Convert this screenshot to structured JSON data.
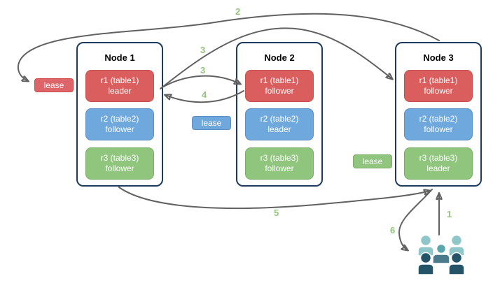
{
  "colors": {
    "replica_red_fill": "#db5e5e",
    "replica_red_border": "#c64e4e",
    "replica_blue_fill": "#6fa8dc",
    "replica_blue_border": "#5b8fc6",
    "replica_green_fill": "#90c57e",
    "replica_green_border": "#7aae66",
    "node_border": "#1d3a5f",
    "arrow": "#616161",
    "step_label": "#93c47d",
    "users_light_teal": "#8ec6c9",
    "users_mid_teal": "#5ba6ad",
    "users_slate": "#4a7a8c",
    "users_dark": "#255468"
  },
  "nodes": [
    {
      "title": "Node 1",
      "replicas": [
        {
          "name": "r1 (table1)",
          "role": "leader"
        },
        {
          "name": "r2 (table2)",
          "role": "follower"
        },
        {
          "name": "r3 (table3)",
          "role": "follower"
        }
      ]
    },
    {
      "title": "Node 2",
      "replicas": [
        {
          "name": "r1 (table1)",
          "role": "follower"
        },
        {
          "name": "r2 (table2)",
          "role": "leader"
        },
        {
          "name": "r3 (table3)",
          "role": "follower"
        }
      ]
    },
    {
      "title": "Node 3",
      "replicas": [
        {
          "name": "r1 (table1)",
          "role": "follower"
        },
        {
          "name": "r2 (table2)",
          "role": "follower"
        },
        {
          "name": "r3 (table3)",
          "role": "leader"
        }
      ]
    }
  ],
  "leases": [
    {
      "label": "lease",
      "color": "red"
    },
    {
      "label": "lease",
      "color": "blue"
    },
    {
      "label": "lease",
      "color": "green"
    }
  ],
  "steps": [
    {
      "text": "2"
    },
    {
      "text": "3"
    },
    {
      "text": "3"
    },
    {
      "text": "4"
    },
    {
      "text": "5"
    },
    {
      "text": "1"
    },
    {
      "text": "6"
    }
  ],
  "icons": {
    "users_group": "users-icon"
  }
}
